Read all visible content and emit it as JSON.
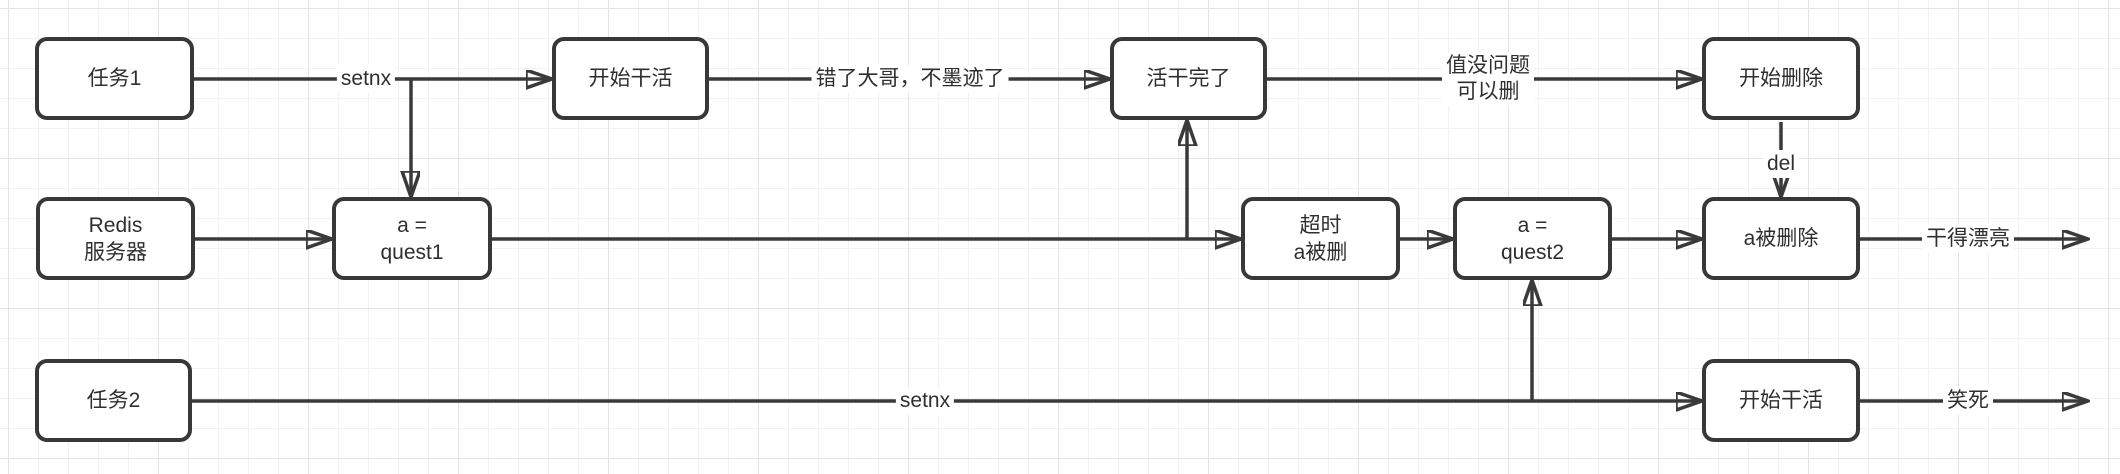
{
  "diagram": {
    "title": "redis-setnx-distributed-lock-flow",
    "colors": {
      "edge_stroke": "#3a3a3a",
      "node_border": "#383838",
      "node_fill": "#ffffff",
      "text": "#2f2f2f",
      "grid_minor": "#f2f2f4",
      "grid_major": "#e4e4e8"
    },
    "nodes": {
      "task1": {
        "label": "任务1"
      },
      "start_work_1": {
        "label": "开始干活"
      },
      "work_done": {
        "label": "活干完了"
      },
      "start_delete": {
        "label": "开始删除"
      },
      "redis_server": {
        "label": "Redis\n服务器"
      },
      "a_quest1": {
        "label": "a =\nquest1"
      },
      "timeout_a_deleted": {
        "label": "超时\na被删"
      },
      "a_quest2": {
        "label": "a =\nquest2"
      },
      "a_deleted": {
        "label": "a被删除"
      },
      "task2": {
        "label": "任务2"
      },
      "start_work_2": {
        "label": "开始干活"
      }
    },
    "edge_labels": {
      "setnx_1": "setnx",
      "wrong_bro": "错了大哥，不墨迹了",
      "value_ok": "值没问题\n可以删",
      "del_cmd": "del",
      "well_done": "干得漂亮",
      "setnx_2": "setnx",
      "laugh": "笑死"
    }
  }
}
